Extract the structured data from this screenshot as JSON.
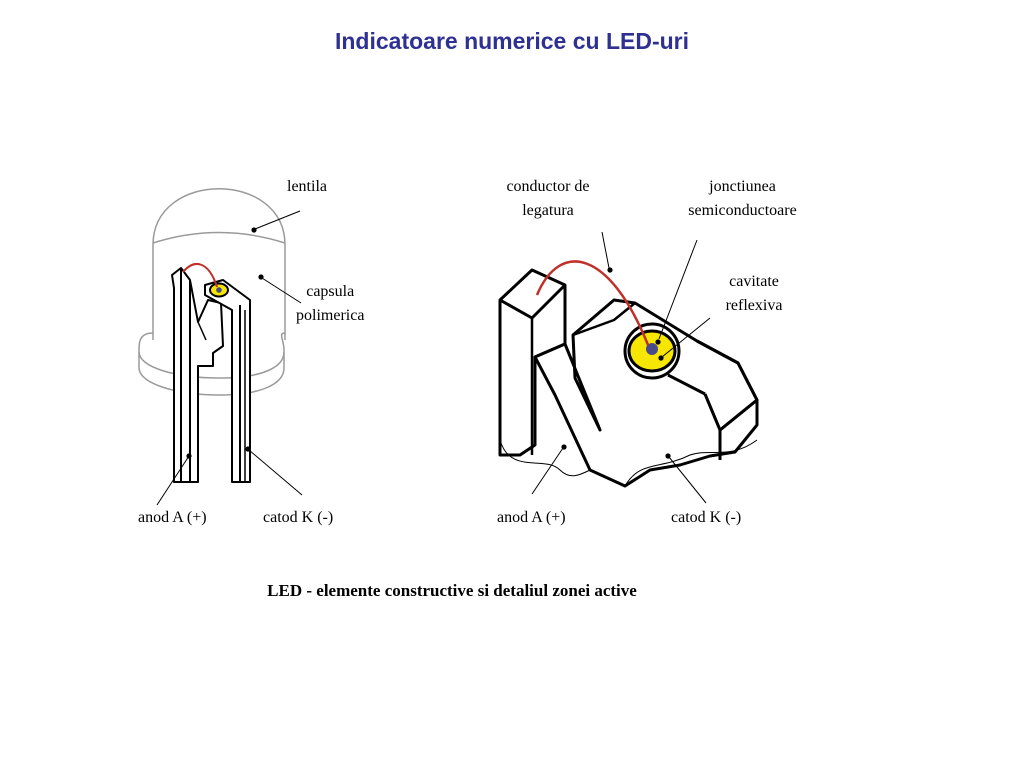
{
  "title": "Indicatoare numerice cu LED-uri",
  "caption": "LED - elemente constructive si detaliul zonei active",
  "colors": {
    "title": "#2e3192",
    "lead_wire": "#c0302a",
    "junction_fill": "#f7e600",
    "junction_center": "#4a4a8a",
    "outline": "#000000",
    "casing": "#9a9a9a"
  },
  "left_figure": {
    "labels": {
      "lens": "lentila",
      "capsule_line1": "capsula",
      "capsule_line2": "polimerica",
      "anode": "anod A (+)",
      "cathode": "catod K (-)"
    }
  },
  "right_figure": {
    "labels": {
      "bond_wire_line1": "conductor de",
      "bond_wire_line2": "legatura",
      "junction_line1": "jonctiunea",
      "junction_line2": "semiconductoare",
      "cavity_line1": "cavitate",
      "cavity_line2": "reflexiva",
      "anode": "anod A (+)",
      "cathode": "catod K (-)"
    }
  }
}
